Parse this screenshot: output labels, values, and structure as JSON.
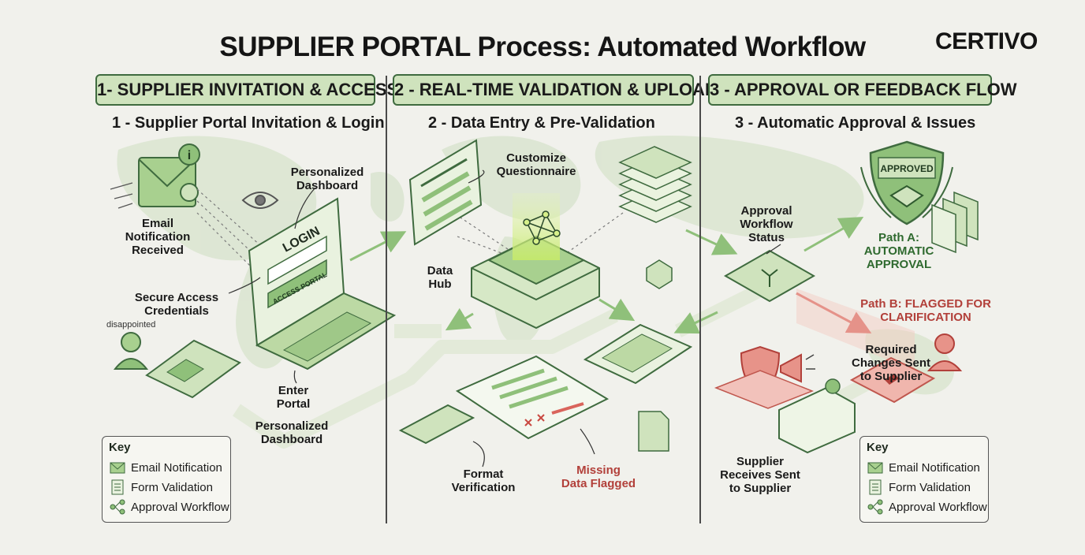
{
  "title": "SUPPLIER PORTAL Process: Automated Workflow",
  "brand": "CERTIVO",
  "sections": [
    {
      "header": "1- SUPPLIER INVITATION & ACCESS",
      "subheader": "1 - Supplier Portal Invitation & Login"
    },
    {
      "header": "2 - REAL-TIME VALIDATION & UPLOAD",
      "subheader": "2 - Data Entry & Pre-Validation"
    },
    {
      "header": "3 - APPROVAL OR FEEDBACK FLOW",
      "subheader": "3 - Automatic Approval & Issues"
    }
  ],
  "section1": {
    "email_notification": "Email\nNotification\nReceived",
    "personalized_dashboard_top": "Personalized\nDashboard",
    "secure_access": "Secure Access\nCredentials",
    "user_label": "disappointed",
    "login_text": "LOGIN",
    "access_portal_text": "ACCESS PORTAL",
    "enter_portal": "Enter\nPortal",
    "personalized_dashboard_bottom": "Personalized\nDashboard"
  },
  "section2": {
    "customize": "Customize\nQuestionnaire",
    "data_hub": "Data\nHub",
    "format_verification": "Format\nVerification",
    "missing_data": "Missing\nData Flagged"
  },
  "section3": {
    "approval_status": "Approval\nWorkflow\nStatus",
    "approved_badge": "APPROVED",
    "path_a": "Path A:\nAUTOMATIC\nAPPROVAL",
    "path_b": "Path B: FLAGGED FOR\nCLARIFICATION",
    "required_changes": "Required\nChanges Sent\nto Supplier",
    "supplier_receives": "Supplier\nReceives Sent\nto Supplier"
  },
  "key": {
    "title": "Key",
    "items": [
      {
        "label": "Email Notification",
        "icon": "email-icon"
      },
      {
        "label": "Form Validation",
        "icon": "checklist-icon"
      },
      {
        "label": "Approval Workflow",
        "icon": "workflow-icon"
      }
    ]
  },
  "colors": {
    "accent_green": "#8fc07a",
    "light_green": "#cfe3bd",
    "dark_green": "#3f6b3f",
    "alert_red": "#b2403a",
    "background": "#f1f1ec"
  }
}
